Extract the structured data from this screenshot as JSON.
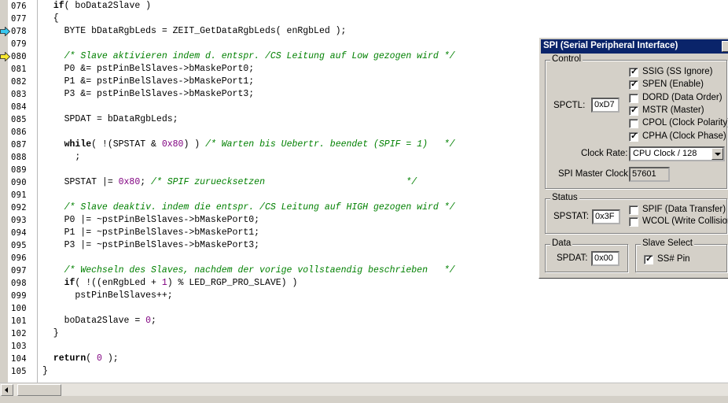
{
  "editor": {
    "lines": [
      {
        "no": "076",
        "marker": "",
        "segs": [
          [
            "",
            "  "
          ],
          [
            "kw",
            "if"
          ],
          [
            "",
            "( boData2Slave )"
          ]
        ]
      },
      {
        "no": "077",
        "marker": "",
        "segs": [
          [
            "",
            "  {"
          ]
        ]
      },
      {
        "no": "078",
        "marker": "cyan",
        "segs": [
          [
            "",
            "    BYTE bDataRgbLeds = ZEIT_GetDataRgbLeds( enRgbLed );"
          ]
        ]
      },
      {
        "no": "079",
        "marker": "",
        "segs": []
      },
      {
        "no": "080",
        "marker": "yellow",
        "segs": [
          [
            "",
            "    "
          ],
          [
            "cm",
            "/* Slave aktivieren indem d. entspr. /CS Leitung auf Low gezogen wird */"
          ]
        ]
      },
      {
        "no": "081",
        "marker": "",
        "segs": [
          [
            "",
            "    P0 &= pstPinBelSlaves->bMaskePort0;"
          ]
        ]
      },
      {
        "no": "082",
        "marker": "",
        "segs": [
          [
            "",
            "    P1 &= pstPinBelSlaves->bMaskePort1;"
          ]
        ]
      },
      {
        "no": "083",
        "marker": "",
        "segs": [
          [
            "",
            "    P3 &= pstPinBelSlaves->bMaskePort3;"
          ]
        ]
      },
      {
        "no": "084",
        "marker": "",
        "segs": []
      },
      {
        "no": "085",
        "marker": "",
        "segs": [
          [
            "",
            "    SPDAT = bDataRgbLeds;"
          ]
        ]
      },
      {
        "no": "086",
        "marker": "",
        "segs": []
      },
      {
        "no": "087",
        "marker": "",
        "segs": [
          [
            "",
            "    "
          ],
          [
            "kw",
            "while"
          ],
          [
            "",
            "( !(SPSTAT & "
          ],
          [
            "nm",
            "0x80"
          ],
          [
            "",
            ") ) "
          ],
          [
            "cm",
            "/* Warten bis Uebertr. beendet (SPIF = 1)   */"
          ]
        ]
      },
      {
        "no": "088",
        "marker": "",
        "segs": [
          [
            "",
            "      ;"
          ]
        ]
      },
      {
        "no": "089",
        "marker": "",
        "segs": []
      },
      {
        "no": "090",
        "marker": "",
        "segs": [
          [
            "",
            "    SPSTAT |= "
          ],
          [
            "nm",
            "0x80"
          ],
          [
            "",
            "; "
          ],
          [
            "cm",
            "/* SPIF zuruecksetzen                          */"
          ]
        ]
      },
      {
        "no": "091",
        "marker": "",
        "segs": []
      },
      {
        "no": "092",
        "marker": "",
        "segs": [
          [
            "",
            "    "
          ],
          [
            "cm",
            "/* Slave deaktiv. indem die entspr. /CS Leitung auf HIGH gezogen wird */"
          ]
        ]
      },
      {
        "no": "093",
        "marker": "",
        "segs": [
          [
            "",
            "    P0 |= ~pstPinBelSlaves->bMaskePort0;"
          ]
        ]
      },
      {
        "no": "094",
        "marker": "",
        "segs": [
          [
            "",
            "    P1 |= ~pstPinBelSlaves->bMaskePort1;"
          ]
        ]
      },
      {
        "no": "095",
        "marker": "",
        "segs": [
          [
            "",
            "    P3 |= ~pstPinBelSlaves->bMaskePort3;"
          ]
        ]
      },
      {
        "no": "096",
        "marker": "",
        "segs": []
      },
      {
        "no": "097",
        "marker": "",
        "segs": [
          [
            "",
            "    "
          ],
          [
            "cm",
            "/* Wechseln des Slaves, nachdem der vorige vollstaendig beschrieben   */"
          ]
        ]
      },
      {
        "no": "098",
        "marker": "",
        "segs": [
          [
            "",
            "    "
          ],
          [
            "kw",
            "if"
          ],
          [
            "",
            "( !((enRgbLed + "
          ],
          [
            "nm",
            "1"
          ],
          [
            "",
            ") % LED_RGP_PRO_SLAVE) )"
          ]
        ]
      },
      {
        "no": "099",
        "marker": "",
        "segs": [
          [
            "",
            "      pstPinBelSlaves++;"
          ]
        ]
      },
      {
        "no": "100",
        "marker": "",
        "segs": []
      },
      {
        "no": "101",
        "marker": "",
        "segs": [
          [
            "",
            "    boData2Slave = "
          ],
          [
            "nm",
            "0"
          ],
          [
            "",
            ";"
          ]
        ]
      },
      {
        "no": "102",
        "marker": "",
        "segs": [
          [
            "",
            "  }"
          ]
        ]
      },
      {
        "no": "103",
        "marker": "",
        "segs": []
      },
      {
        "no": "104",
        "marker": "",
        "segs": [
          [
            "",
            "  "
          ],
          [
            "kw",
            "return"
          ],
          [
            "",
            "( "
          ],
          [
            "nm",
            "0"
          ],
          [
            "",
            " );"
          ]
        ]
      },
      {
        "no": "105",
        "marker": "",
        "segs": [
          [
            "",
            "}"
          ]
        ]
      }
    ]
  },
  "spi": {
    "title": "SPI (Serial Peripheral Interface)",
    "control": {
      "group_label": "Control",
      "spctl_label": "SPCTL:",
      "spctl_value": "0xD7",
      "checkboxes": [
        {
          "label": "SSIG (SS Ignore)",
          "checked": true
        },
        {
          "label": "SPEN (Enable)",
          "checked": true
        },
        {
          "label": "DORD (Data Order)",
          "checked": false
        },
        {
          "label": "MSTR (Master)",
          "checked": true
        },
        {
          "label": "CPOL (Clock Polarity)",
          "checked": false
        },
        {
          "label": "CPHA (Clock Phase)",
          "checked": true
        }
      ],
      "clock_rate_label": "Clock Rate:",
      "clock_rate_value": "CPU Clock / 128",
      "master_clock_label": "SPI Master Clock:",
      "master_clock_value": "57601"
    },
    "status": {
      "group_label": "Status",
      "spstat_label": "SPSTAT:",
      "spstat_value": "0x3F",
      "checkboxes": [
        {
          "label": "SPIF (Data Transfer)",
          "checked": false
        },
        {
          "label": "WCOL (Write Collision)",
          "checked": false
        }
      ]
    },
    "data": {
      "group_label": "Data",
      "spdat_label": "SPDAT:",
      "spdat_value": "0x00"
    },
    "slave_select": {
      "group_label": "Slave Select",
      "checkbox": {
        "label": "SS# Pin",
        "checked": true
      }
    }
  }
}
